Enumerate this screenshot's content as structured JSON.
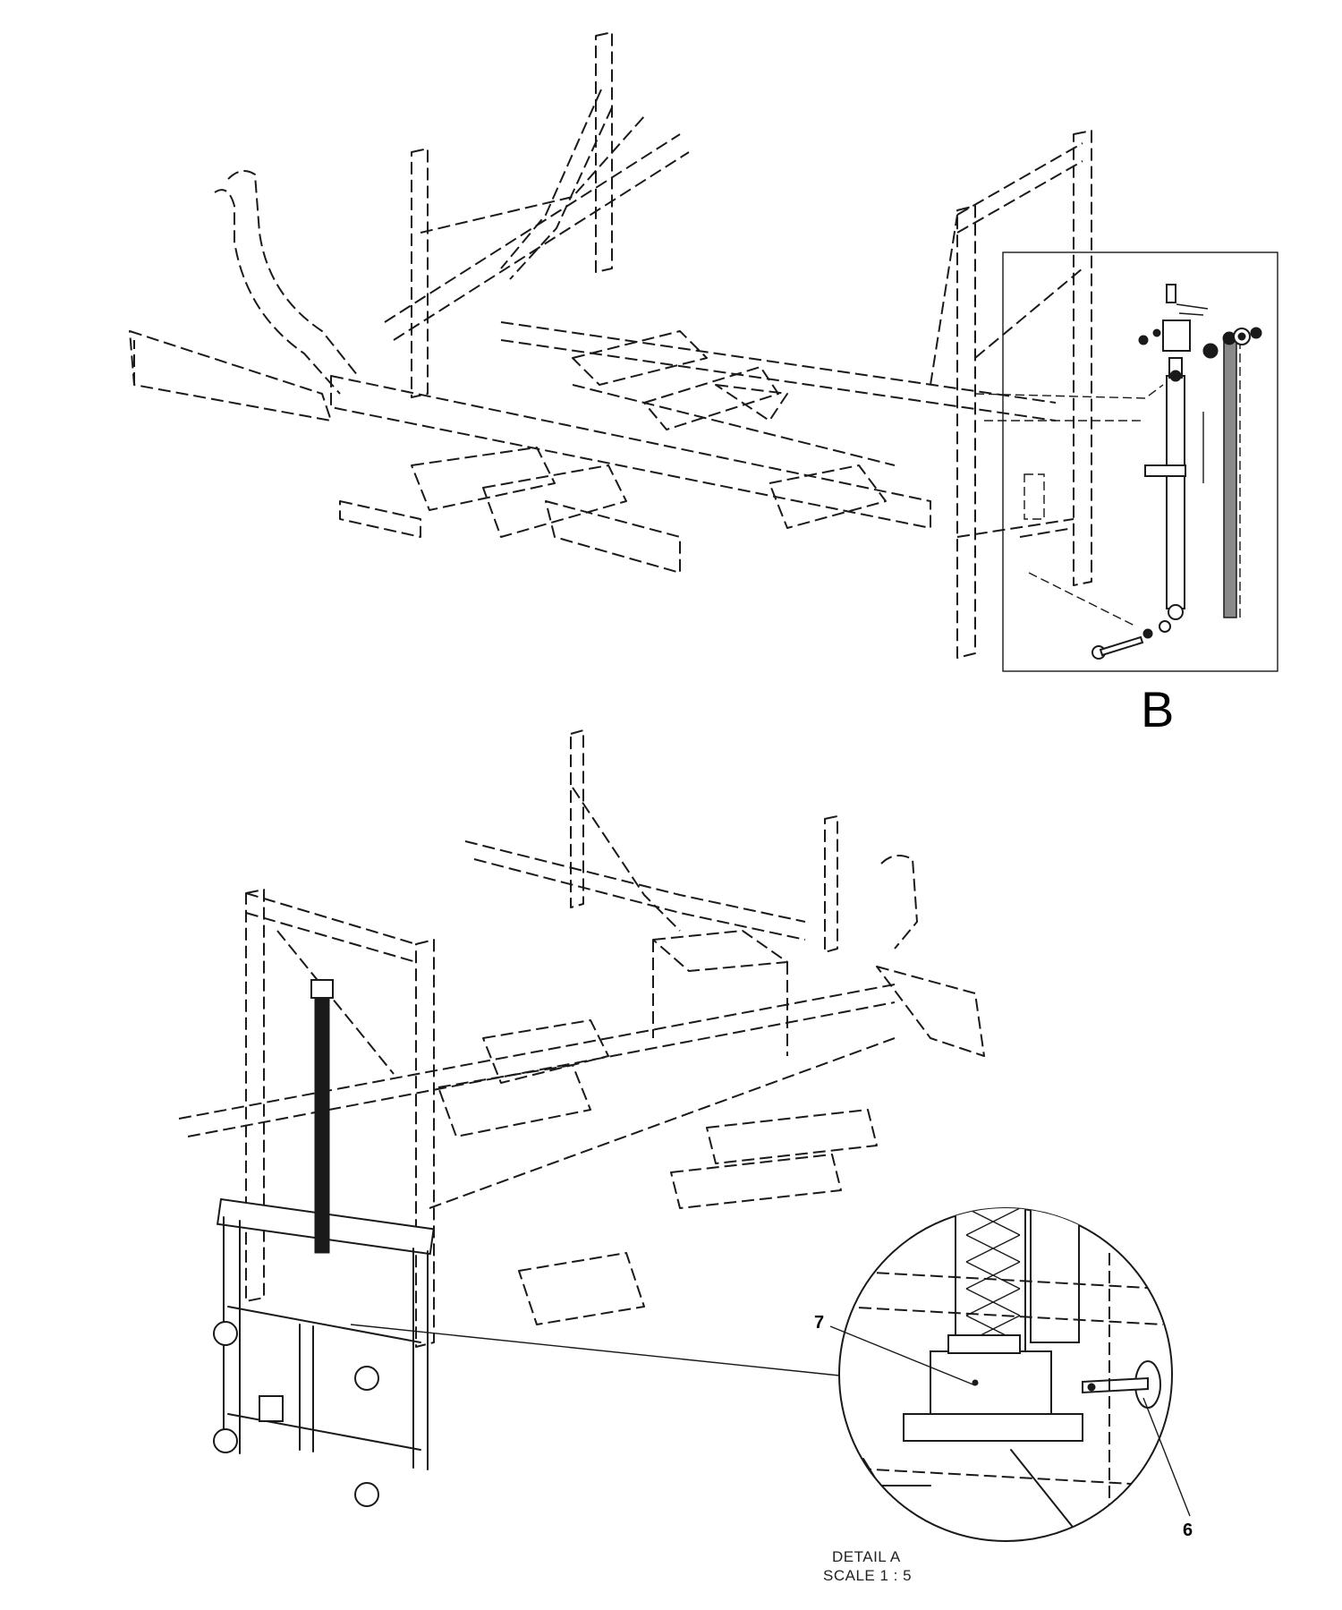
{
  "view_b": {
    "label": "B"
  },
  "detail_a": {
    "title": "DETAIL A",
    "scale": "SCALE 1 : 5",
    "callouts": [
      "7",
      "6"
    ]
  }
}
